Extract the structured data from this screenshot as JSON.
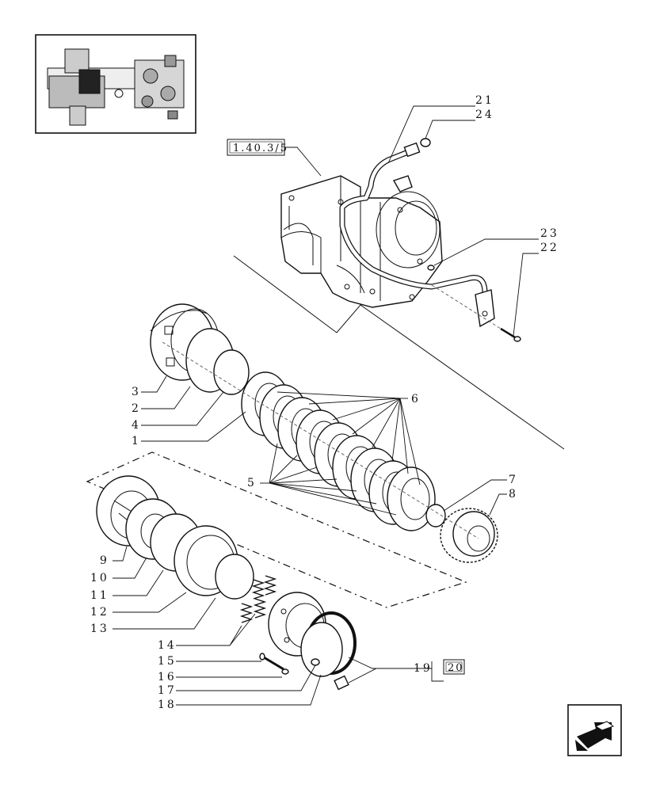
{
  "references": {
    "group_ref": "1.40.3/5",
    "boxed_ref": "20"
  },
  "callouts": {
    "c1": "1",
    "c2": "2",
    "c3": "3",
    "c4": "4",
    "c5": "5",
    "c6": "6",
    "c7": "7",
    "c8": "8",
    "c9": "9",
    "c10": "10",
    "c11": "11",
    "c12": "12",
    "c13": "13",
    "c14": "14",
    "c15": "15",
    "c16": "16",
    "c17": "17",
    "c18": "18",
    "c19": "19",
    "c21": "21",
    "c22": "22",
    "c23": "23",
    "c24": "24"
  },
  "icons": {
    "overview": "thumbnail-overview-icon",
    "navigate": "previous-page-arrow-icon"
  },
  "colors": {
    "ink": "#111111",
    "background": "#ffffff"
  }
}
